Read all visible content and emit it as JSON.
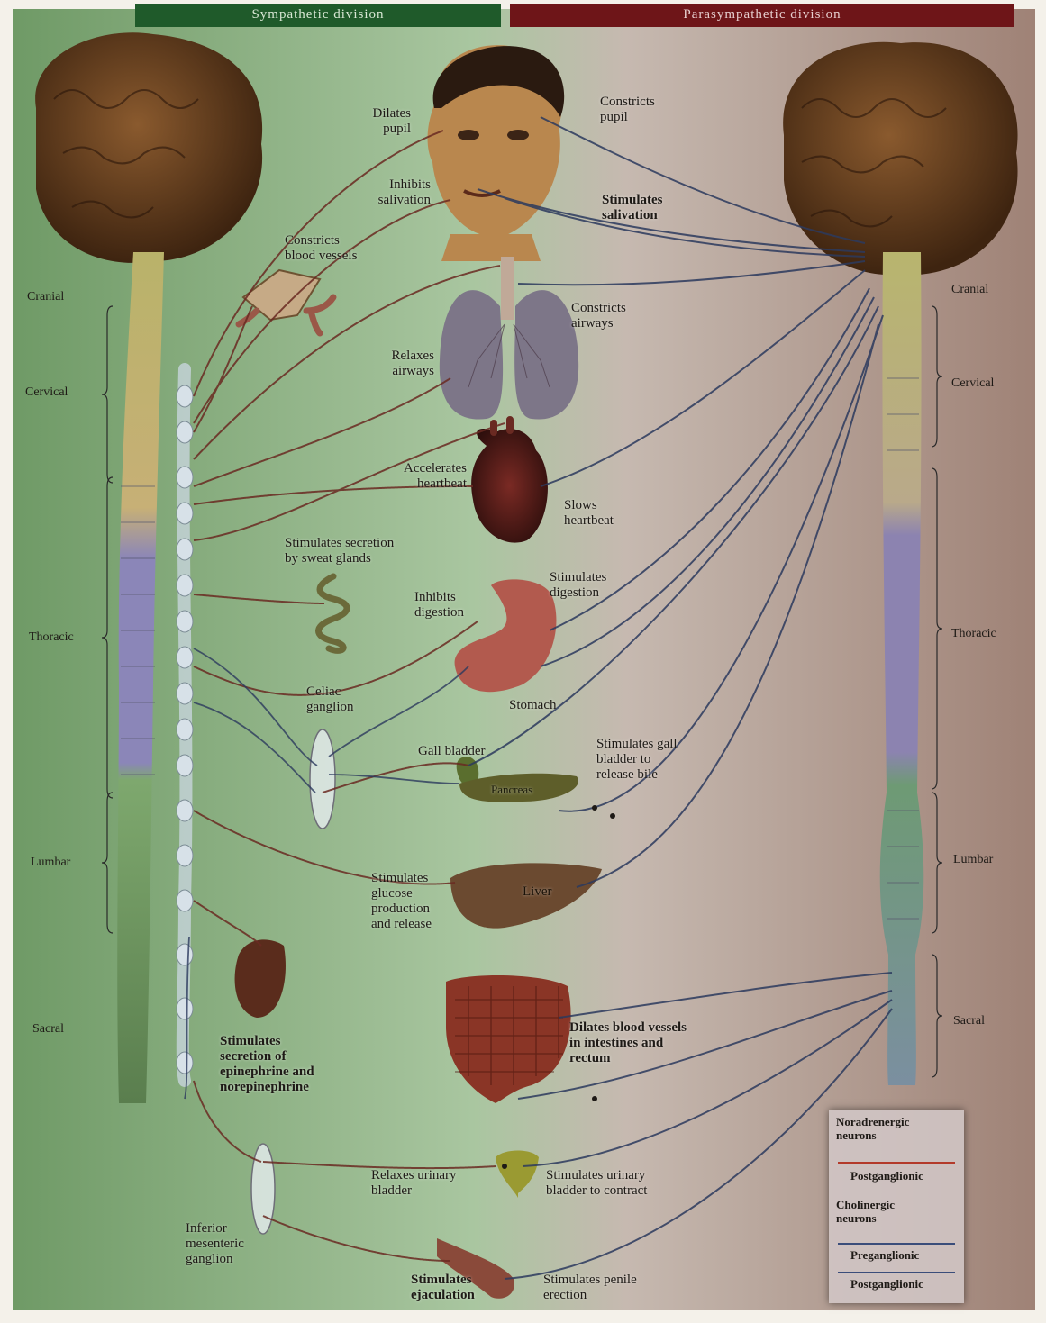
{
  "header": {
    "left": "Sympathetic division",
    "right": "Parasympathetic division"
  },
  "colors": {
    "sympathetic_bg": "#7fa872",
    "parasympathetic_bg": "#ab8e82",
    "noradrenergic": "#b33a2a",
    "cholinergic": "#3a4d7a",
    "header_left": "#1f5a2a",
    "header_right": "#6e1518"
  },
  "segments_left": {
    "cranial": "Cranial",
    "cervical": "Cervical",
    "thoracic": "Thoracic",
    "lumbar": "Lumbar",
    "sacral": "Sacral"
  },
  "segments_right": {
    "cranial": "Cranial",
    "cervical": "Cervical",
    "thoracic": "Thoracic",
    "lumbar": "Lumbar",
    "sacral": "Sacral"
  },
  "labels": {
    "dilates_pupil": "Dilates\npupil",
    "constricts_pupil": "Constricts\npupil",
    "inhibits_salivation": "Inhibits\nsalivation",
    "stimulates_salivation": "Stimulates\nsalivation",
    "constricts_blood_vessels": "Constricts\nblood vessels",
    "constricts_airways": "Constricts\nairways",
    "relaxes_airways": "Relaxes\nairways",
    "accelerates_heartbeat": "Accelerates\nheartbeat",
    "slows_heartbeat": "Slows\nheartbeat",
    "stimulates_sweat": "Stimulates secretion\nby sweat glands",
    "stimulates_digestion": "Stimulates\ndigestion",
    "inhibits_digestion": "Inhibits\ndigestion",
    "stomach": "Stomach",
    "celiac_ganglion": "Celiac\nganglion",
    "gall_bladder": "Gall bladder",
    "stimulates_gall_bladder": "Stimulates gall\nbladder to\nrelease bile",
    "pancreas": "Pancreas",
    "stimulates_glucose": "Stimulates\nglucose\nproduction\nand release",
    "liver": "Liver",
    "dilates_blood_vessels": "Dilates blood vessels\nin intestines and\nrectum",
    "stimulates_epinephrine": "Stimulates\nsecretion of\nepinephrine and\nnorepinephrine",
    "relaxes_urinary": "Relaxes urinary\nbladder",
    "stimulates_urinary": "Stimulates urinary\nbladder to contract",
    "inferior_mesenteric": "Inferior\nmesenteric\nganglion",
    "stimulates_ejaculation": "Stimulates\nejaculation",
    "stimulates_erection": "Stimulates penile\nerection"
  },
  "legend": {
    "noradrenergic": "Noradrenergic\nneurons",
    "postganglionic_1": "Postganglionic",
    "cholinergic": "Cholinergic\nneurons",
    "preganglionic": "Preganglionic",
    "postganglionic_2": "Postganglionic"
  }
}
